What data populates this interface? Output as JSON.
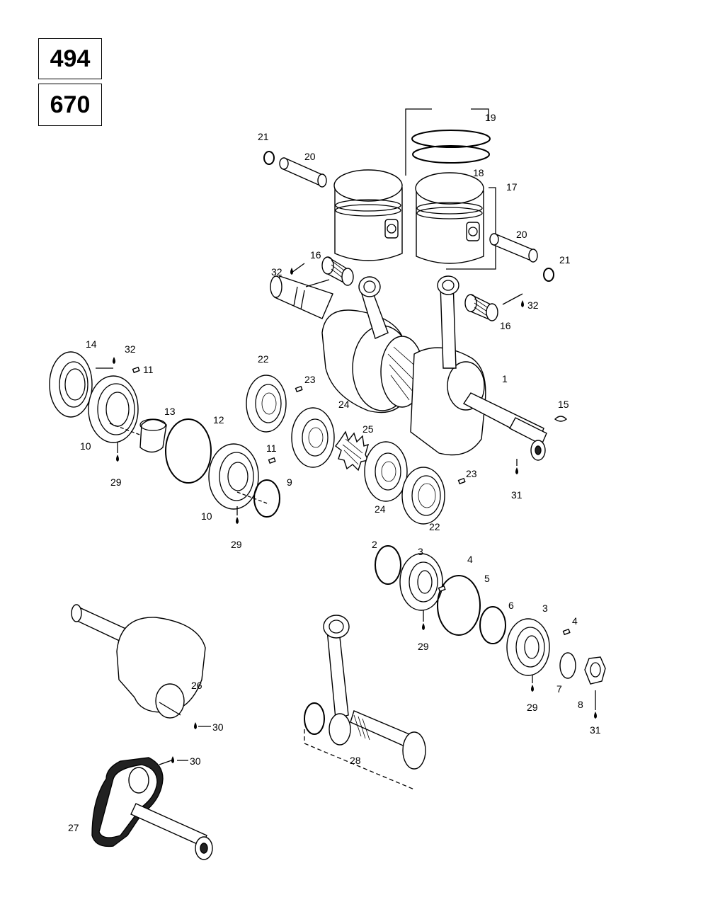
{
  "models": [
    "494",
    "670"
  ],
  "callouts": {
    "c1": "1",
    "c2": "2",
    "c3a": "3",
    "c3b": "3",
    "c4a": "4",
    "c4b": "4",
    "c5": "5",
    "c6": "6",
    "c7": "7",
    "c8": "8",
    "c9": "9",
    "c10a": "10",
    "c10b": "10",
    "c11a": "11",
    "c11b": "11",
    "c12": "12",
    "c13": "13",
    "c14": "14",
    "c15": "15",
    "c16a": "16",
    "c16b": "16",
    "c17": "17",
    "c18": "18",
    "c19": "19",
    "c20a": "20",
    "c20b": "20",
    "c21a": "21",
    "c21b": "21",
    "c22a": "22",
    "c22b": "22",
    "c23a": "23",
    "c23b": "23",
    "c24a": "24",
    "c24b": "24",
    "c25": "25",
    "c26": "26",
    "c27": "27",
    "c28": "28",
    "c29a": "29",
    "c29b": "29",
    "c29c": "29",
    "c29d": "29",
    "c30a": "30",
    "c30b": "30",
    "c31a": "31",
    "c31b": "31",
    "c32a": "32",
    "c32b": "32",
    "c32c": "32"
  },
  "icons": {
    "lubricant": "oil-drop-icon",
    "cross_reference": "dashed-leader"
  },
  "colors": {
    "line": "#000000",
    "background": "#ffffff"
  }
}
